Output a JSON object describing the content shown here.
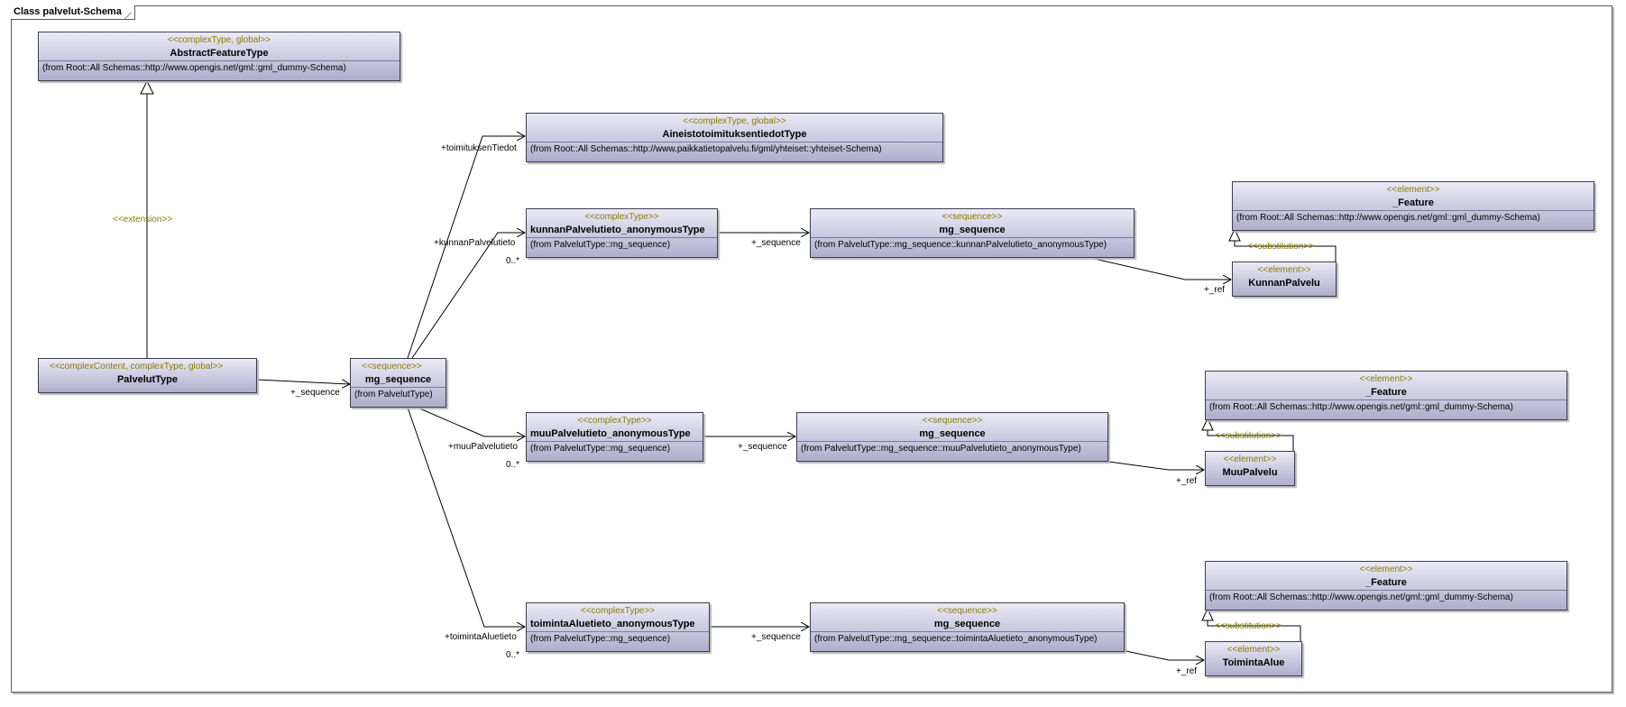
{
  "diagram": {
    "title": "Class palvelut-Schema",
    "nodes": {
      "abstract_feature_type": {
        "stereotype": "<<complexType, global>>",
        "name": "AbstractFeatureType",
        "from": "(from Root::All Schemas::http://www.opengis.net/gml::gml_dummy-Schema)"
      },
      "palvelut_type": {
        "stereotype": "<<complexContent, complexType, global>>",
        "name": "PalvelutType"
      },
      "mg_sequence_root": {
        "stereotype": "<<sequence>>",
        "name": "mg_sequence",
        "from": "(from PalvelutType)"
      },
      "aineisto_type": {
        "stereotype": "<<complexType, global>>",
        "name": "AineistotoimituksentiedotType",
        "from": "(from Root::All Schemas::http://www.paikkatietopalvelu.fi/gml/yhteiset::yhteiset-Schema)"
      },
      "kunnan_type": {
        "stereotype": "<<complexType>>",
        "name": "kunnanPalvelutieto_anonymousType",
        "from": "(from PalvelutType::mg_sequence)"
      },
      "kunnan_seq": {
        "stereotype": "<<sequence>>",
        "name": "mg_sequence",
        "from": "(from PalvelutType::mg_sequence::kunnanPalvelutieto_anonymousType)"
      },
      "feature_1": {
        "stereotype": "<<element>>",
        "name": "_Feature",
        "from": "(from Root::All Schemas::http://www.opengis.net/gml::gml_dummy-Schema)"
      },
      "kunnan_palvelu": {
        "stereotype": "<<element>>",
        "name": "KunnanPalvelu"
      },
      "muu_type": {
        "stereotype": "<<complexType>>",
        "name": "muuPalvelutieto_anonymousType",
        "from": "(from PalvelutType::mg_sequence)"
      },
      "muu_seq": {
        "stereotype": "<<sequence>>",
        "name": "mg_sequence",
        "from": "(from PalvelutType::mg_sequence::muuPalvelutieto_anonymousType)"
      },
      "feature_2": {
        "stereotype": "<<element>>",
        "name": "_Feature",
        "from": "(from Root::All Schemas::http://www.opengis.net/gml::gml_dummy-Schema)"
      },
      "muu_palvelu": {
        "stereotype": "<<element>>",
        "name": "MuuPalvelu"
      },
      "toiminta_type": {
        "stereotype": "<<complexType>>",
        "name": "toimintaAluetieto_anonymousType",
        "from": "(from PalvelutType::mg_sequence)"
      },
      "toiminta_seq": {
        "stereotype": "<<sequence>>",
        "name": "mg_sequence",
        "from": "(from PalvelutType::mg_sequence::toimintaAluetieto_anonymousType)"
      },
      "feature_3": {
        "stereotype": "<<element>>",
        "name": "_Feature",
        "from": "(from Root::All Schemas::http://www.opengis.net/gml::gml_dummy-Schema)"
      },
      "toiminta_alue": {
        "stereotype": "<<element>>",
        "name": "ToimintaAlue"
      }
    },
    "labels": {
      "extension": "<<extension>>",
      "sequence_root": "+_sequence",
      "toimituksen_tiedot": "+toimituksenTiedot",
      "kunnan_palvelutieto": "+kunnanPalvelutieto",
      "kunnan_mult": "0..*",
      "muu_palvelutieto": "+muuPalvelutieto",
      "muu_mult": "0..*",
      "toiminta_aluetieto": "+toimintaAluetieto",
      "toiminta_mult": "0..*",
      "kunnan_sequence": "+_sequence",
      "muu_sequence": "+_sequence",
      "toiminta_sequence": "+_sequence",
      "kunnan_ref": "+_ref",
      "muu_ref": "+_ref",
      "toiminta_ref": "+_ref",
      "substitution_1": "<<substitution>>",
      "substitution_2": "<<substitution>>",
      "substitution_3": "<<substitution>>"
    }
  }
}
